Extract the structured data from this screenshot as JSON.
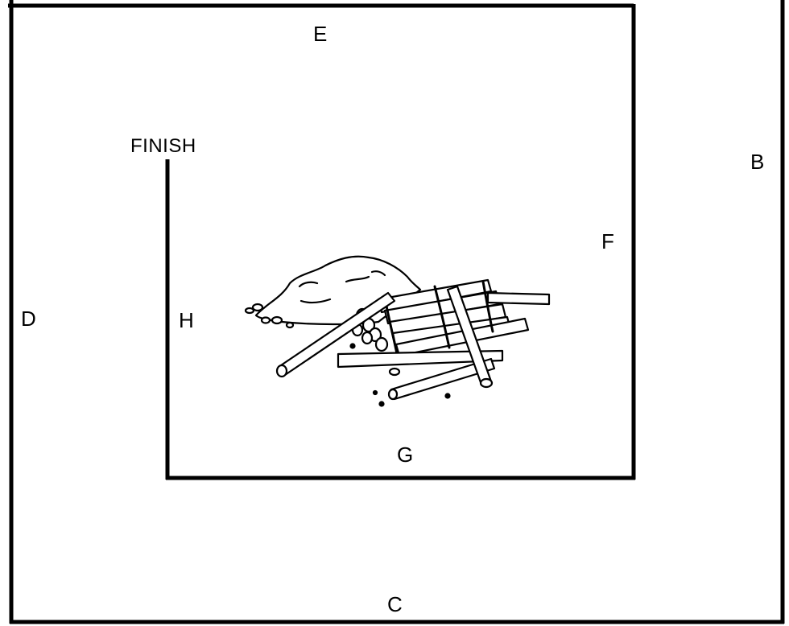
{
  "labels": {
    "a": "B",
    "b": "C",
    "c": "D",
    "d": "E",
    "e": "F",
    "f": "G",
    "g": "H",
    "finish": "FINISH"
  },
  "illustration": {
    "icon": "log-pile-and-dirt-mound-icon"
  }
}
